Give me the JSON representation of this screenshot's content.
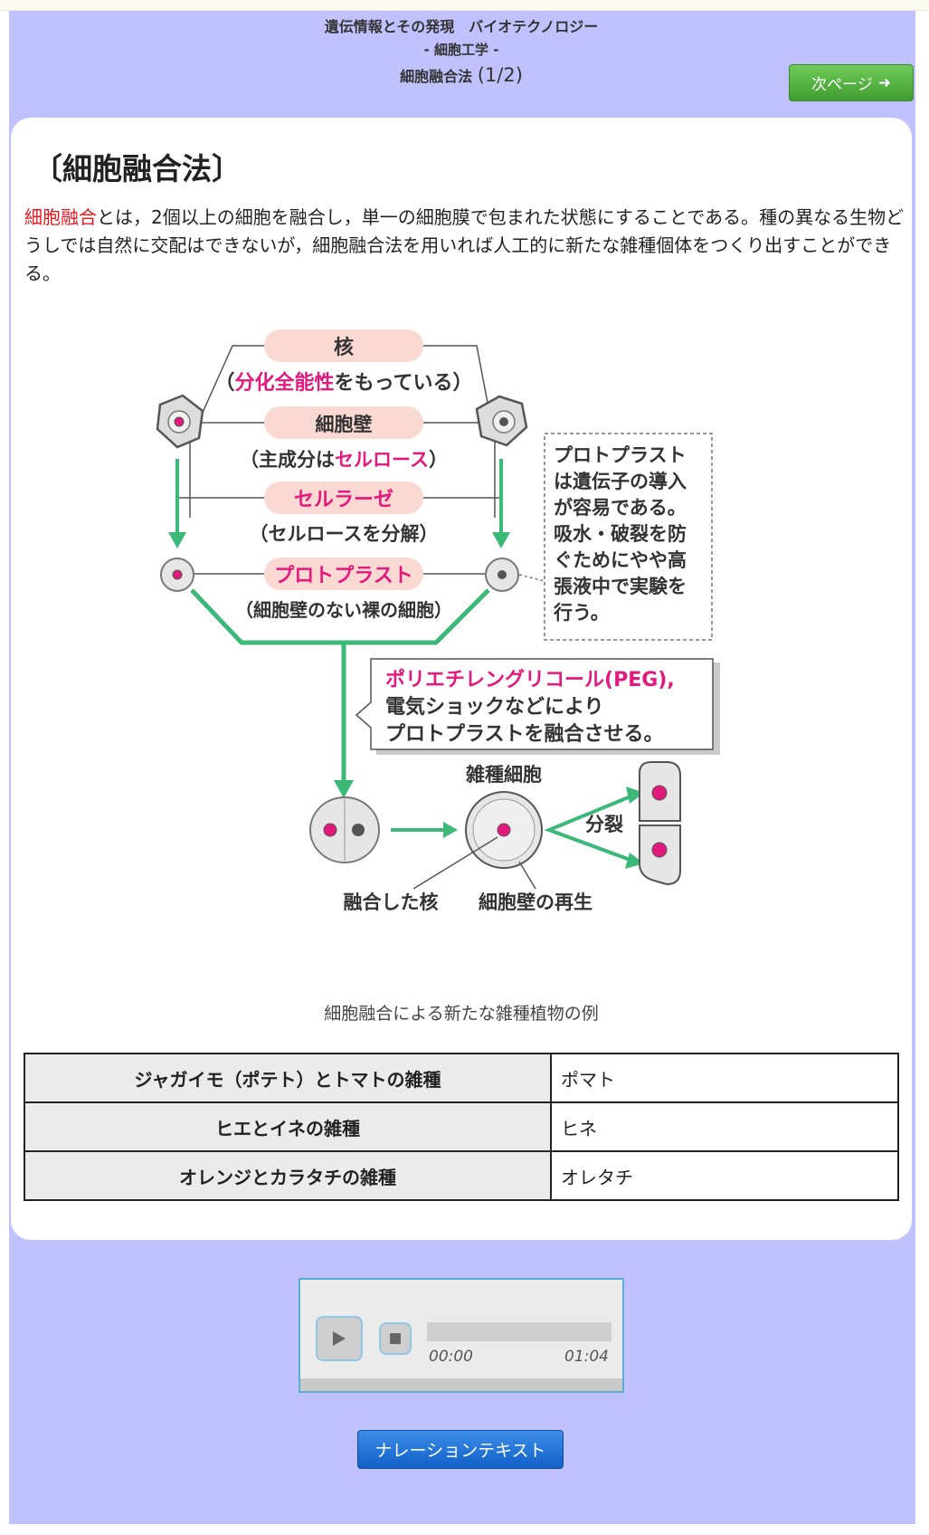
{
  "header": {
    "line1": "遺伝情報とその発現　バイオテクノロジー",
    "line2": "- 細胞工学 -",
    "line3": "細胞融合法",
    "page": "(1/2)"
  },
  "next_button": {
    "label": "次ページ",
    "icon": "arrow-right-icon"
  },
  "section_title": "〔細胞融合法〕",
  "intro": {
    "keyword": "細胞融合",
    "text": "とは，2個以上の細胞を融合し，単一の細胞膜で包まれた状態にすることである。種の異なる生物どうしでは自然に交配はできないが，細胞融合法を用いれば人工的に新たな雑種個体をつくり出すことができる。"
  },
  "diagram": {
    "nucleus": "核",
    "totipotency_open": "（",
    "totipotency_kw": "分化全能性",
    "totipotency_rest": "をもっている）",
    "cell_wall": "細胞壁",
    "main_comp_pre": "（主成分は",
    "main_comp_kw": "セルロース",
    "main_comp_post": "）",
    "cellulase": "セルラーゼ",
    "cellulase_note": "（セルロースを分解）",
    "protoplast": "プロトプラスト",
    "protoplast_note": "（細胞壁のない裸の細胞）",
    "side_note": [
      "プロトプラスト",
      "は遺伝子の導入",
      "が容易である。",
      "吸水・破裂を防",
      "ぐためにやや高",
      "張液中で実験を",
      "行う。"
    ],
    "peg_kw": "ポリエチレングリコール",
    "peg_rest": "(PEG),",
    "peg_line2": "電気ショックなどにより",
    "peg_line3": "プロトプラストを融合させる。",
    "hybrid_cell": "雑種細胞",
    "division": "分裂",
    "fused_nucleus": "融合した核",
    "wall_regen": "細胞壁の再生",
    "colors": {
      "magenta": "#e4197e",
      "green": "#3cb878",
      "pink_pill": "#fbd9d3"
    }
  },
  "caption": "細胞融合による新たな雑種植物の例",
  "table": [
    {
      "cross": "ジャガイモ（ポテト）とトマトの雑種",
      "name": "ポマト"
    },
    {
      "cross": "ヒエとイネの雑種",
      "name": "ヒネ"
    },
    {
      "cross": "オレンジとカラタチの雑種",
      "name": "オレタチ"
    }
  ],
  "player": {
    "current": "00:00",
    "duration": "01:04",
    "progress": 0
  },
  "narration_button": "ナレーションテキスト"
}
